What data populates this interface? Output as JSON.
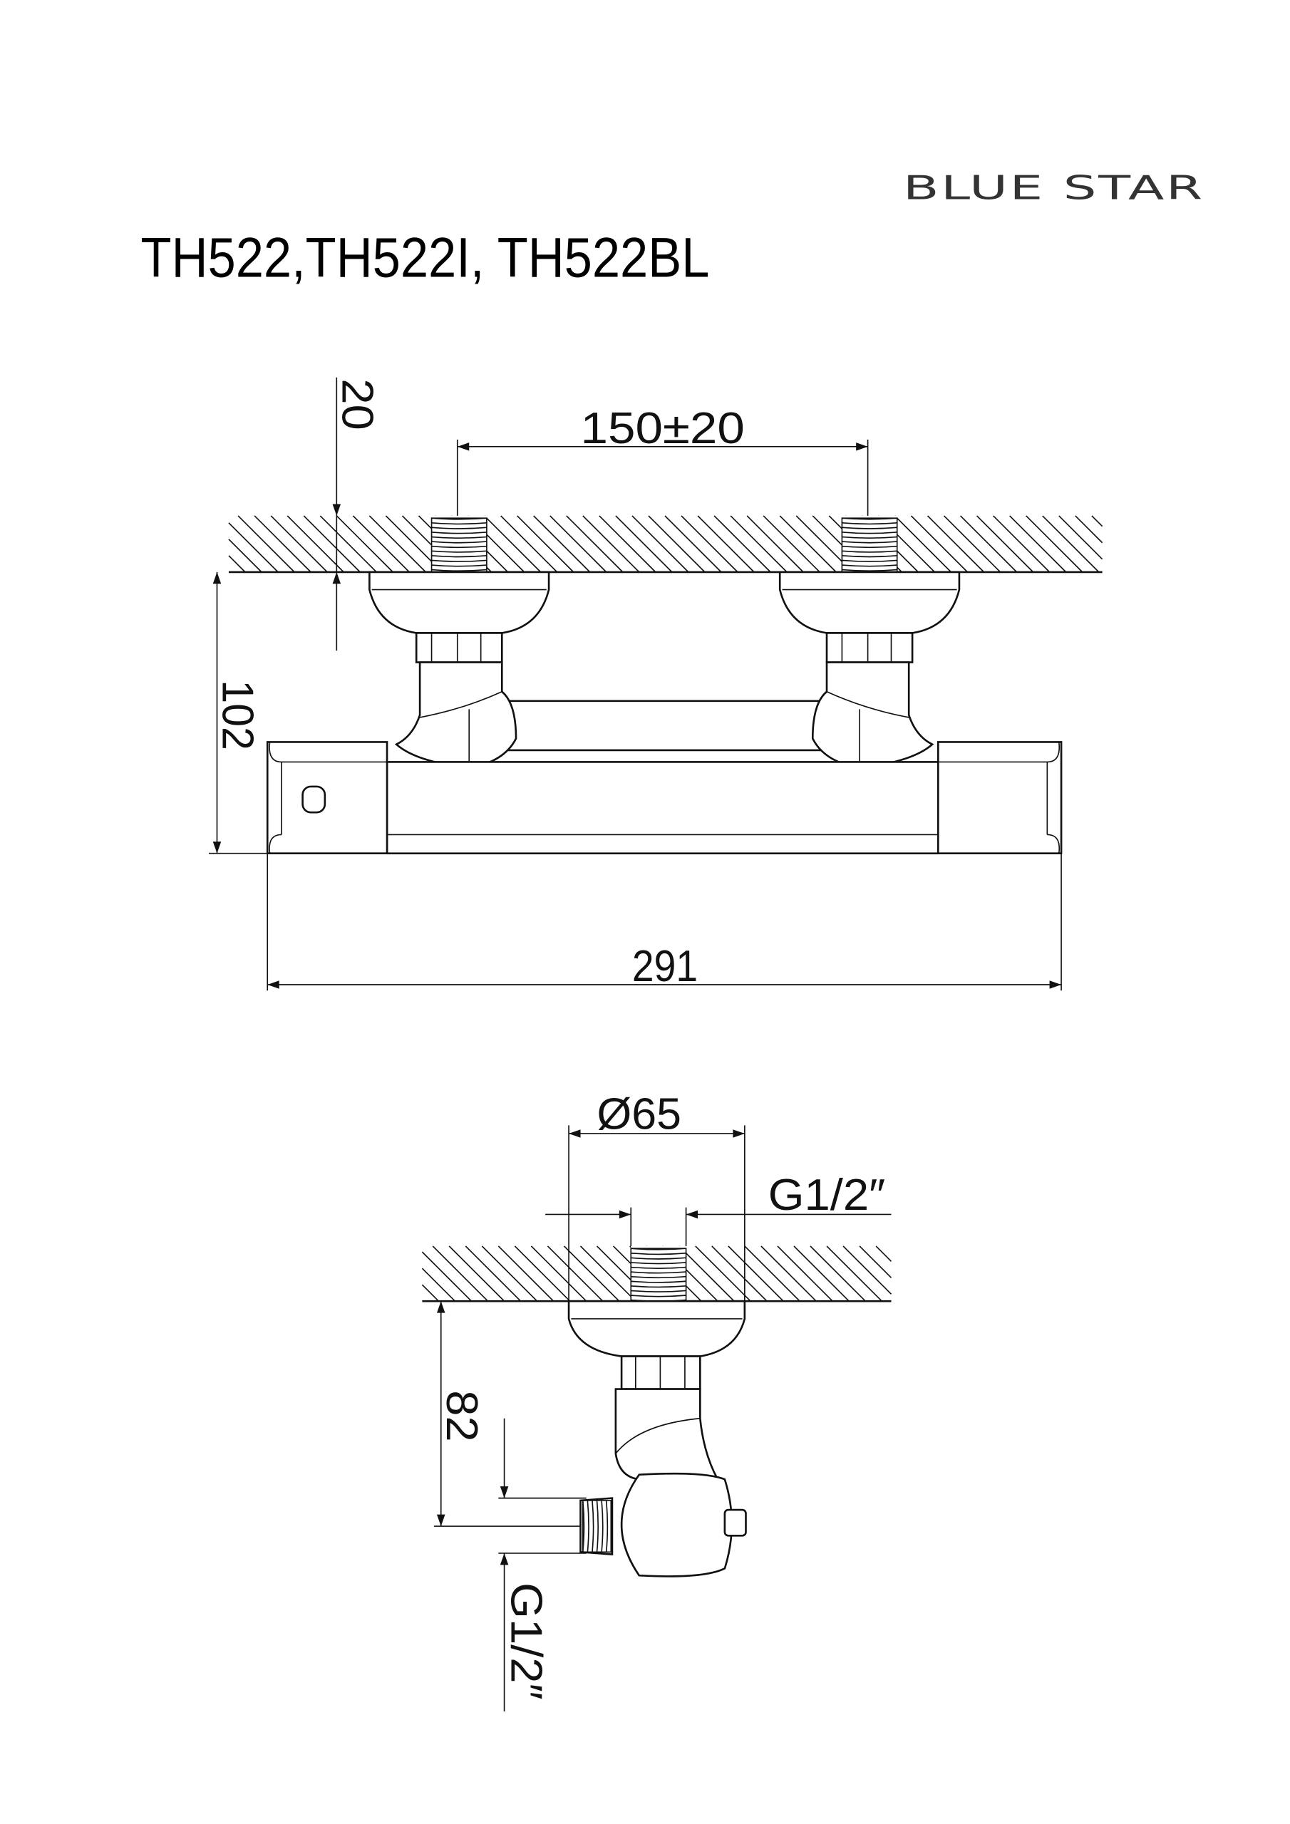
{
  "brand": "BLUE STAR",
  "title": "TH522,TH522I, TH522BL",
  "front_view": {
    "dim_inlet_spacing": "150±20",
    "dim_wall_offset": "20",
    "dim_height": "102",
    "dim_width": "291"
  },
  "side_view": {
    "dim_diameter": "Ø65",
    "dim_inlet_thread": "G1/2″",
    "dim_outlet_height": "82",
    "dim_outlet_thread": "G1/2″"
  },
  "colors": {
    "line": "#111111",
    "brand": "#333333"
  }
}
